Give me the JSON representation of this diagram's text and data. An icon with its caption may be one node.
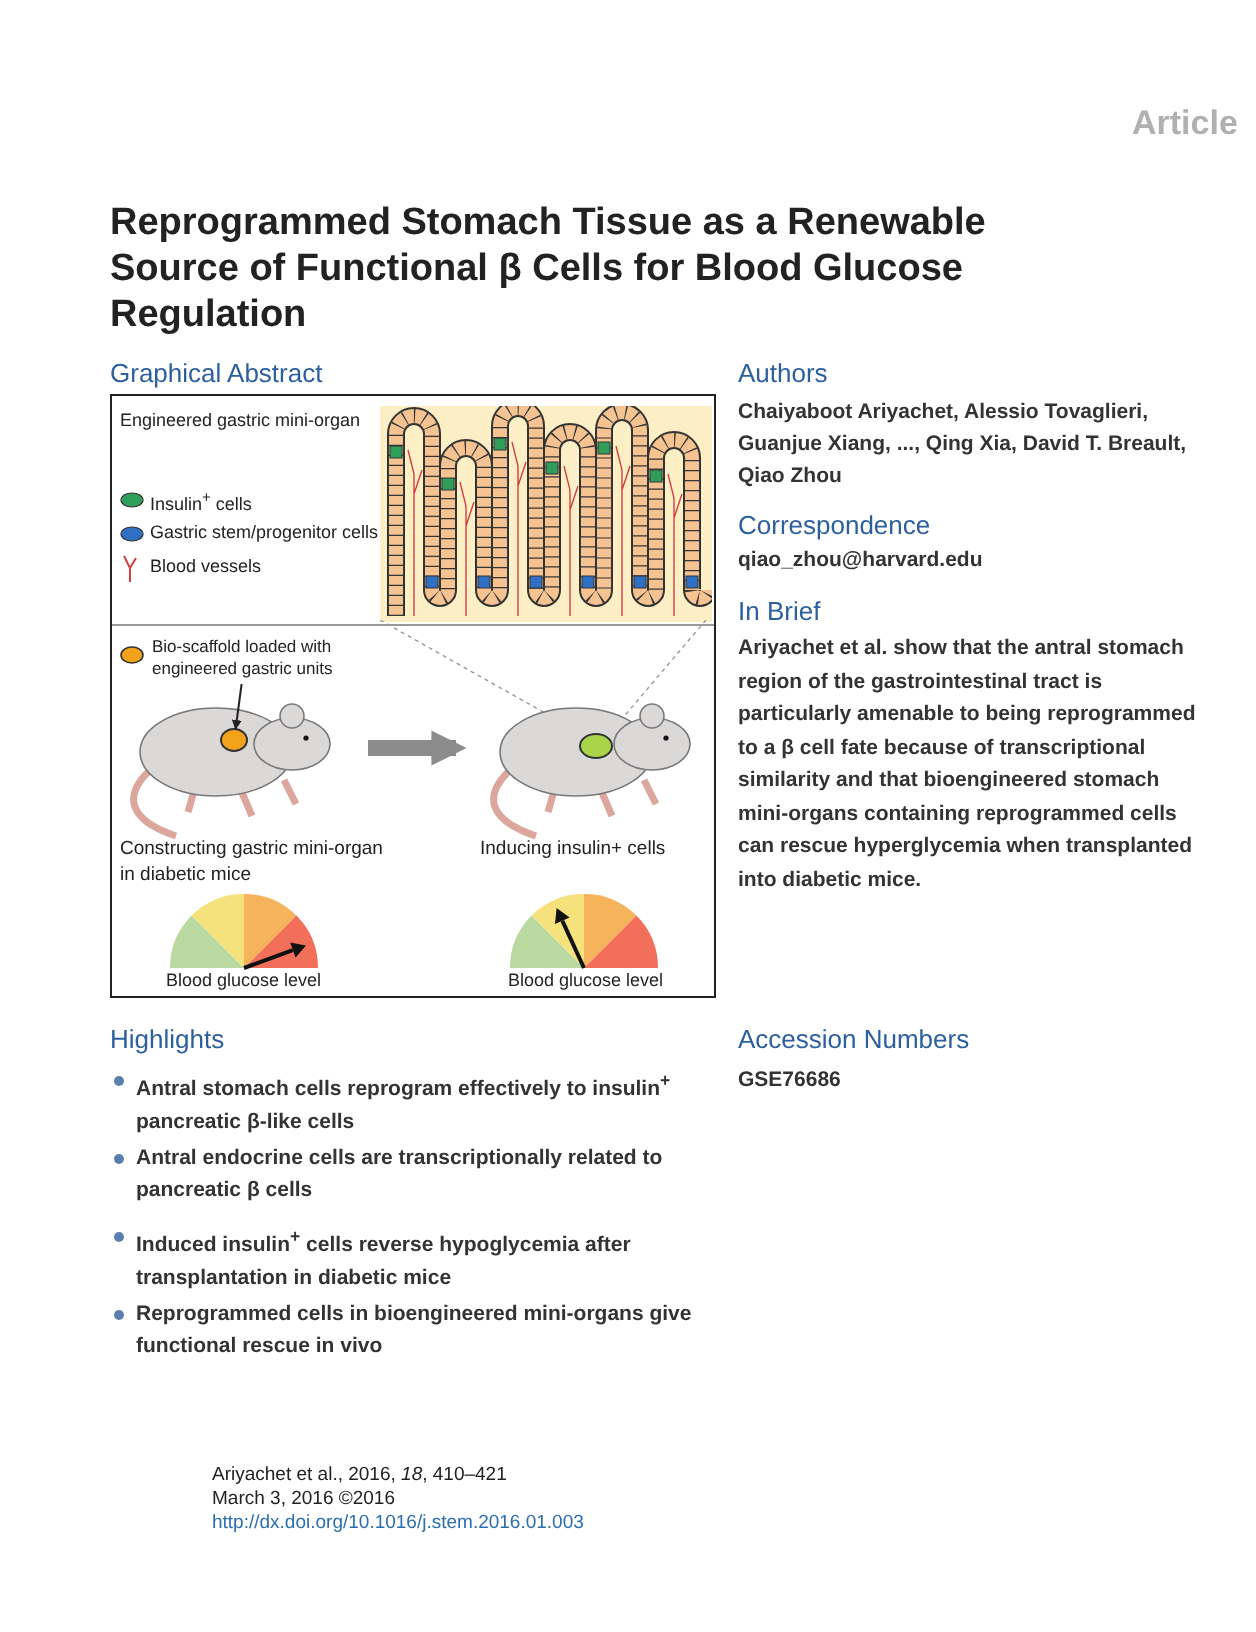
{
  "diagram": {
    "title": "Reprogrammed Stomach Tissue as a Renewable Source of Functional β Cells for Blood Glucose Regulation",
    "nodes": [
      {
        "text": [
          "Bio-scaffold loaded with engineered gastric units"
        ]
      },
      {
        "text": [],
        "shape": "circle",
        "in": 2
      },
      {
        "text": [],
        "shape": "picture",
        "beside": [
          "Constructing gastric mini-organ in diabetic mice"
        ]
      },
      {
        "text": [],
        "shape": "picture",
        "beside": [
          "Inducing insulin+ cells"
        ]
      }
    ],
    "edges": [
      {
        "from": 0,
        "to": 1,
        "arrow": "to"
      },
      {
        "from": 2,
        "to": 3,
        "arrow": "to",
        "style": "thick",
        "color": "#8c8c8c"
      }
    ],
    "labels": [
      "Article",
      "Graphical Abstract",
      "Engineered gastric mini-organ",
      "Blood glucose level",
      "Blood glucose level",
      "Authors",
      "Chaiyaboot Ariyachet, Alessio Tovaglieri, Guanjue Xiang, ..., Qing Xia, David T. Breault, Qiao Zhou",
      "Correspondence",
      "qiao_zhou@harvard.edu",
      "In Brief",
      "Ariyachet et al. show that the antral stomach region of the gastrointestinal tract is particularly amenable to being reprogrammed to a β cell fate because of transcriptional similarity and that bioengineered stomach mini-organs containing reprogrammed cells can rescue hyperglycemia when transplanted into diabetic mice.",
      "Highlights",
      "Antral stomach cells reprogram effectively to insulin$^{+}$ pancreatic β-like cells",
      "Antral endocrine cells are transcriptionally related to pancreatic β cells",
      "Induced insulin$^{+}$ cells reverse hypoglycemia after transplantation in diabetic mice",
      "Reprogrammed cells in bioengineered mini-organs give functional rescue in vivo",
      "Accession Numbers",
      "GSE76686",
      "Ariyachet et al., 2016, *18*, 410–421",
      "March 3, 2016 ©2016",
      "http://dx.doi.org/10.1016/j.stem.2016.01.003"
    ],
    "legend": [
      {
        "text": "Insulin$^{+}$ cells",
        "color": "#2e9e5a"
      },
      {
        "text": "Gastric stem/progenitor cells",
        "color": "#2f6fc4"
      },
      {
        "text": "Blood vessels"
      }
    ]
  }
}
